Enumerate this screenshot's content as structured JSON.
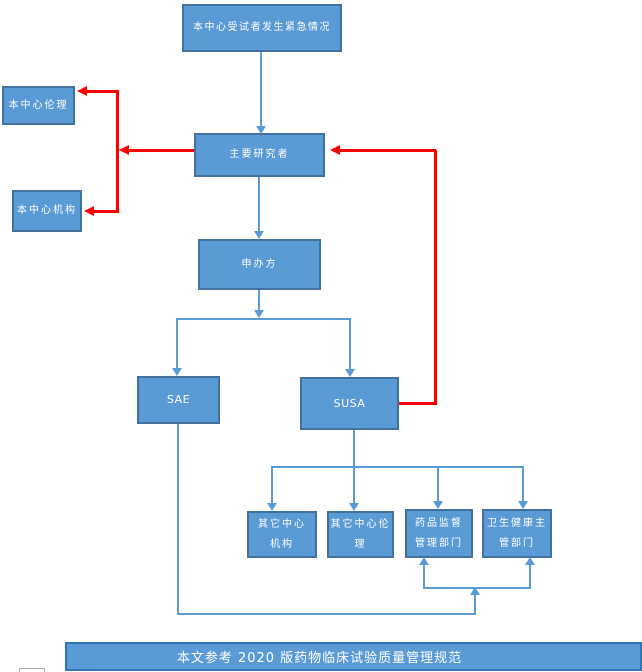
{
  "colors": {
    "box_fill": "#5b9bd5",
    "box_border": "#41719c",
    "footer_border": "#2e75b6",
    "connector_blue": "#5b9bd5",
    "connector_red": "#fe0000",
    "box_text": "#ffffff"
  },
  "nodes": {
    "emergency": {
      "label": "本中心受试者发生紧急情况"
    },
    "center_ethics": {
      "label": "本中心伦理"
    },
    "pi": {
      "label": "主要研究者"
    },
    "center_org": {
      "label": "本中心机构"
    },
    "sponsor": {
      "label": "申办方"
    },
    "sae": {
      "label": "SAE"
    },
    "susa": {
      "label": "SUSA"
    },
    "other_center_org": {
      "line1": "其它中心",
      "line2": "机构"
    },
    "other_center_ethics": {
      "line1": "其它中心伦",
      "line2": "理"
    },
    "drug_admin": {
      "line1": "药品监督",
      "line2": "管理部门"
    },
    "health_admin": {
      "line1": "卫生健康主",
      "line2": "管部门"
    }
  },
  "footer": {
    "label": "本文参考 2020 版药物临床试验质量管理规范"
  }
}
